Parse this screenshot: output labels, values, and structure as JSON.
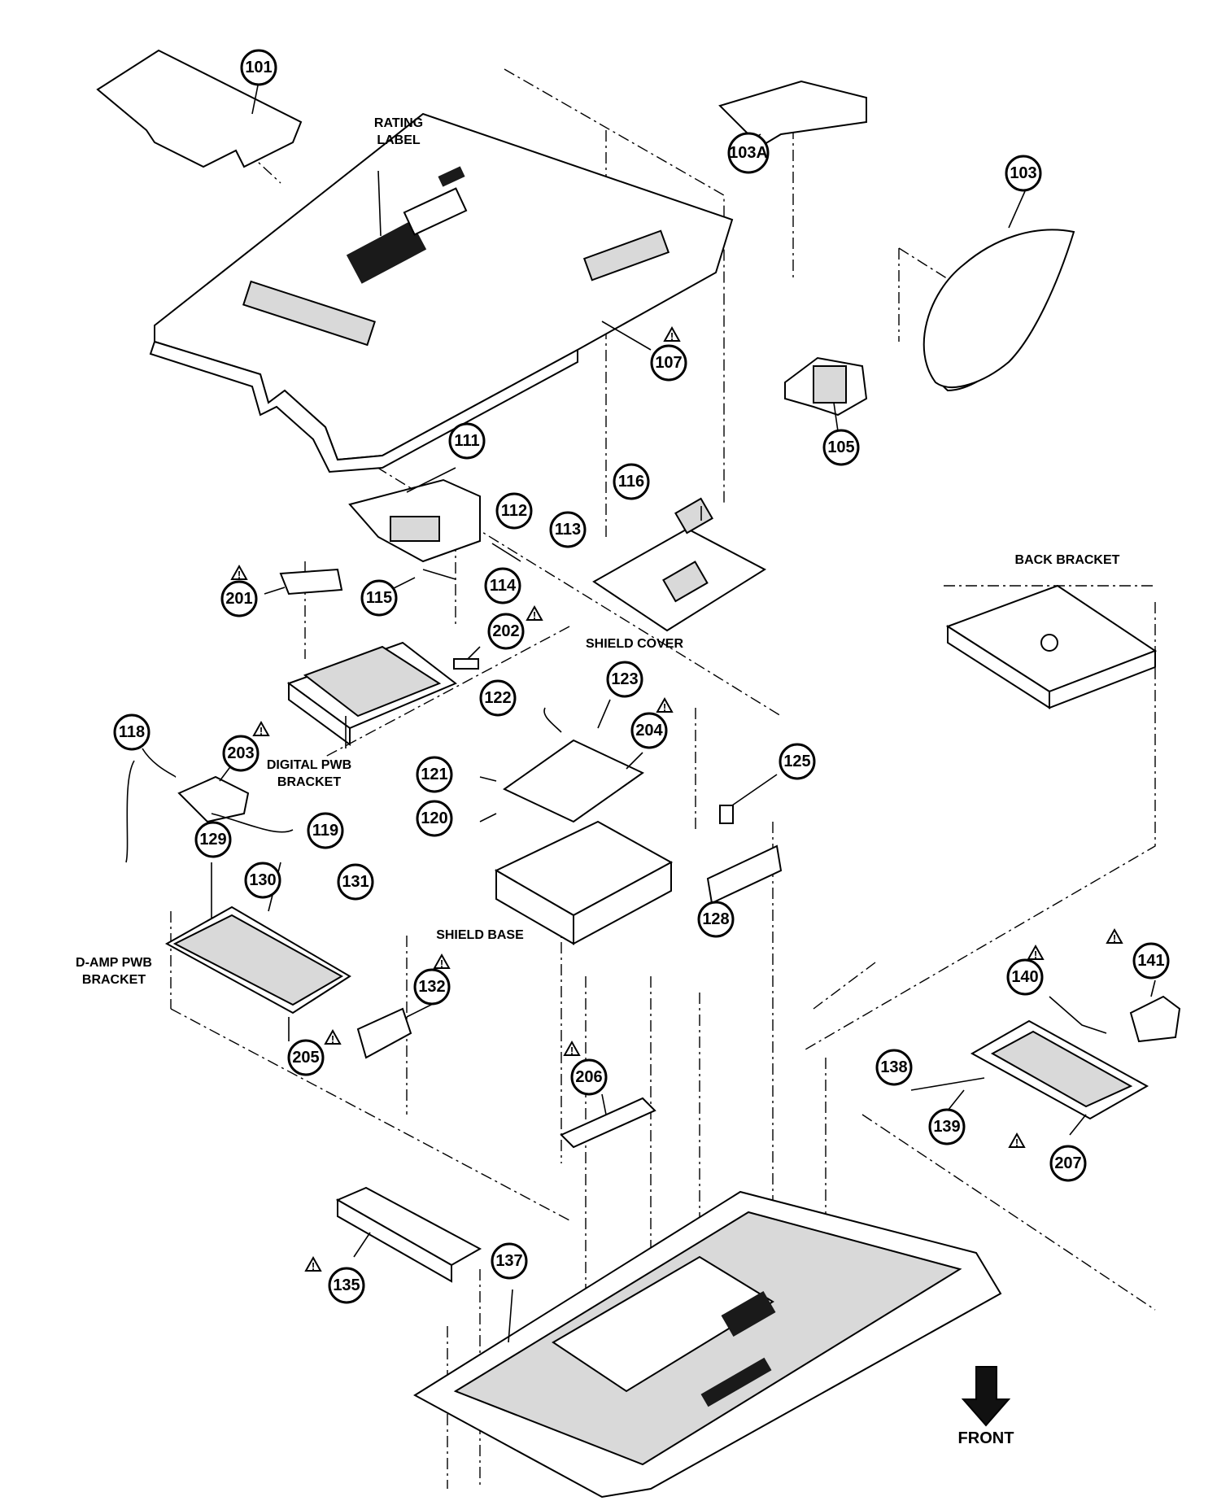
{
  "callouts": [
    {
      "id": "101"
    },
    {
      "id": "103A"
    },
    {
      "id": "103"
    },
    {
      "id": "107"
    },
    {
      "id": "105"
    },
    {
      "id": "111"
    },
    {
      "id": "112"
    },
    {
      "id": "113"
    },
    {
      "id": "114"
    },
    {
      "id": "115"
    },
    {
      "id": "116"
    },
    {
      "id": "201"
    },
    {
      "id": "202"
    },
    {
      "id": "122"
    },
    {
      "id": "123"
    },
    {
      "id": "204"
    },
    {
      "id": "118"
    },
    {
      "id": "203"
    },
    {
      "id": "121"
    },
    {
      "id": "120"
    },
    {
      "id": "125"
    },
    {
      "id": "119"
    },
    {
      "id": "129"
    },
    {
      "id": "130"
    },
    {
      "id": "131"
    },
    {
      "id": "128"
    },
    {
      "id": "132"
    },
    {
      "id": "205"
    },
    {
      "id": "140"
    },
    {
      "id": "141"
    },
    {
      "id": "138"
    },
    {
      "id": "139"
    },
    {
      "id": "206"
    },
    {
      "id": "207"
    },
    {
      "id": "135"
    },
    {
      "id": "137"
    }
  ],
  "labels": {
    "rating_label_1": "RATING",
    "rating_label_2": "LABEL",
    "shield_cover": "SHIELD COVER",
    "back_bracket": "BACK BRACKET",
    "digital_pwb_1": "DIGITAL PWB",
    "digital_pwb_2": "BRACKET",
    "shield_base": "SHIELD BASE",
    "damp_pwb_1": "D-AMP PWB",
    "damp_pwb_2": "BRACKET",
    "front": "FRONT"
  },
  "warning_icon": "warning-triangle-icon",
  "front_arrow_icon": "down-arrow-icon"
}
